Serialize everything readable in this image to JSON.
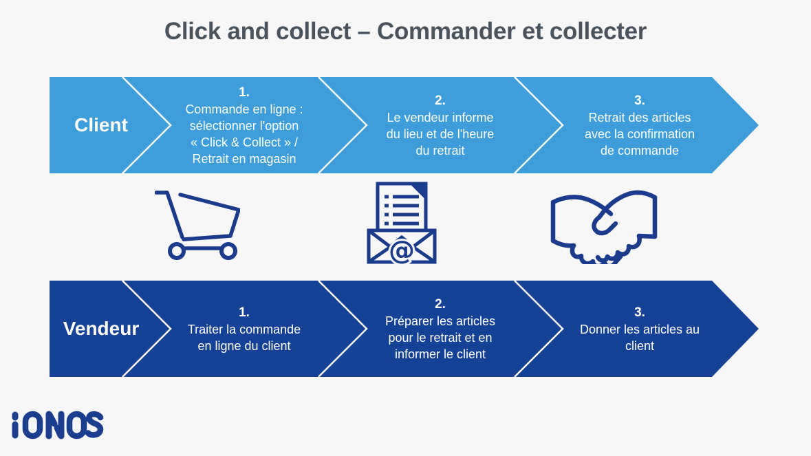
{
  "title": "Click and collect – Commander et collecter",
  "colors": {
    "background": "#F7F7F8",
    "client_band": "#3E9EDB",
    "vendor_band": "#154196",
    "icon_navy": "#1B3C8C",
    "title_text": "#4B545C",
    "logo_blue": "#1B3E8F",
    "step_text": "#FFFFFF"
  },
  "client_row": {
    "label": "Client",
    "steps": [
      {
        "number": "1.",
        "text": "Commande en ligne :\nsélectionner l'option\n« Click & Collect » /\nRetrait en magasin"
      },
      {
        "number": "2.",
        "text": "Le vendeur informe\ndu lieu et de l'heure\ndu retrait"
      },
      {
        "number": "3.",
        "text": "Retrait des articles\navec la confirmation\nde commande"
      }
    ]
  },
  "vendor_row": {
    "label": "Vendeur",
    "steps": [
      {
        "number": "1.",
        "text": "Traiter la commande\nen ligne du client"
      },
      {
        "number": "2.",
        "text": "Préparer les articles\npour le retrait et en\ninformer le client"
      },
      {
        "number": "3.",
        "text": "Donner les articles au\nclient"
      }
    ]
  },
  "icons": [
    {
      "name": "shopping-cart-icon"
    },
    {
      "name": "email-letter-icon"
    },
    {
      "name": "handshake-icon"
    }
  ],
  "logo_text": "IONOS"
}
